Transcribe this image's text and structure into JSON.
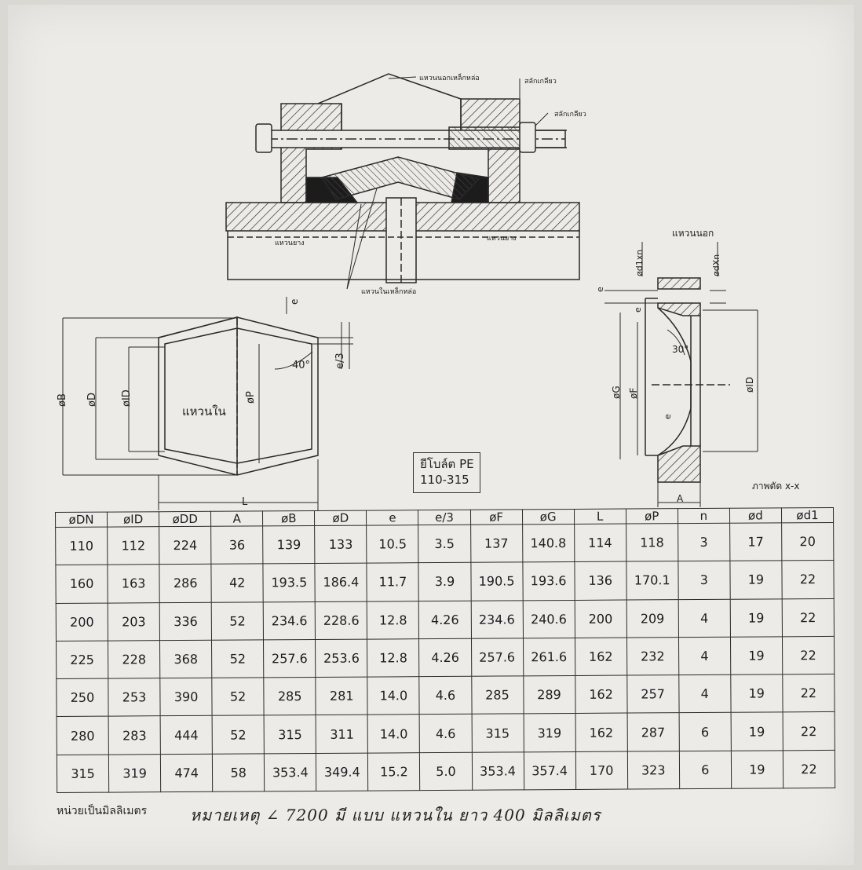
{
  "drawing": {
    "labels": {
      "outer_cast_ring": "แหวนนอกเหล็กหล่อ",
      "stud_bolt": "สลักเกลียว",
      "nut": "สลักเกลียว",
      "rubber_ring_left": "แหวนยาง",
      "rubber_ring_right": "แหวนยาง",
      "inner_cast_ring": "แหวนในเหล็กหล่อ",
      "outer_ring": "แหวนนอก",
      "inner_ring": "แหวนใน",
      "section": "ภาพตัด x-x",
      "angle_inner": "40°",
      "angle_outer": "30°"
    },
    "dim_labels": {
      "e_top": "e",
      "e3": "e/3",
      "oB": "øB",
      "oD": "øD",
      "oID_left": "øID",
      "oP": "øP",
      "L": "L",
      "od1xn": "ød1xn",
      "odxn": "ødXn",
      "e_small": "e",
      "e_side": "e",
      "oG": "øG",
      "oF": "øF",
      "e_inner": "e",
      "oID_right": "øID",
      "A": "A"
    },
    "model": {
      "line1": "ยีโบล์ต PE",
      "line2": "110-315"
    }
  },
  "table": {
    "headers": [
      "øDN",
      "øID",
      "øDD",
      "A",
      "øB",
      "øD",
      "e",
      "e/3",
      "øF",
      "øG",
      "L",
      "øP",
      "n",
      "ød",
      "ød1"
    ],
    "rows": [
      [
        "110",
        "112",
        "224",
        "36",
        "139",
        "133",
        "10.5",
        "3.5",
        "137",
        "140.8",
        "114",
        "118",
        "3",
        "17",
        "20"
      ],
      [
        "160",
        "163",
        "286",
        "42",
        "193.5",
        "186.4",
        "11.7",
        "3.9",
        "190.5",
        "193.6",
        "136",
        "170.1",
        "3",
        "19",
        "22"
      ],
      [
        "200",
        "203",
        "336",
        "52",
        "234.6",
        "228.6",
        "12.8",
        "4.26",
        "234.6",
        "240.6",
        "200",
        "209",
        "4",
        "19",
        "22"
      ],
      [
        "225",
        "228",
        "368",
        "52",
        "257.6",
        "253.6",
        "12.8",
        "4.26",
        "257.6",
        "261.6",
        "162",
        "232",
        "4",
        "19",
        "22"
      ],
      [
        "250",
        "253",
        "390",
        "52",
        "285",
        "281",
        "14.0",
        "4.6",
        "285",
        "289",
        "162",
        "257",
        "4",
        "19",
        "22"
      ],
      [
        "280",
        "283",
        "444",
        "52",
        "315",
        "311",
        "14.0",
        "4.6",
        "315",
        "319",
        "162",
        "287",
        "6",
        "19",
        "22"
      ],
      [
        "315",
        "319",
        "474",
        "58",
        "353.4",
        "349.4",
        "15.2",
        "5.0",
        "353.4",
        "357.4",
        "170",
        "323",
        "6",
        "19",
        "22"
      ]
    ]
  },
  "footer": {
    "unit": "หน่วยเป็นมิลลิเมตร",
    "note": "หมายเหตุ   ∠ 7200   มี แบบ แหวนใน ยาว 400 มิลลิเมตร"
  }
}
